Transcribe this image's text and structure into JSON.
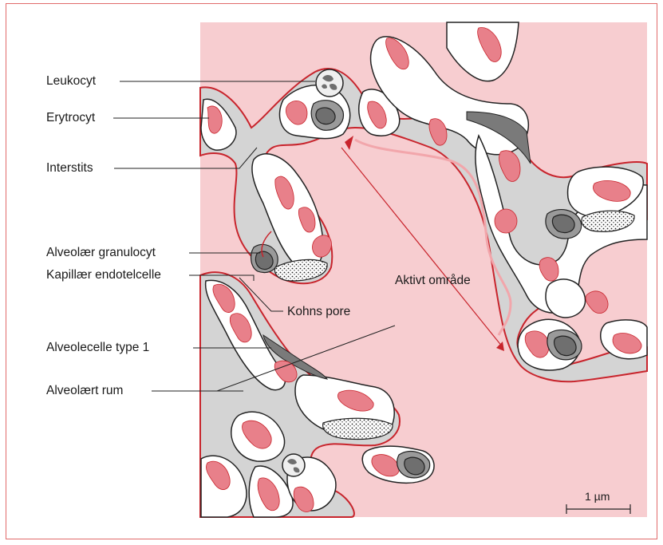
{
  "labels": {
    "leukocyt": "Leukocyt",
    "erytrocyt": "Erytrocyt",
    "interstits": "Interstits",
    "alveolaer_granulocyt": "Alveolær granulocyt",
    "kapillaer_endotelcelle": "Kapillær endotelcelle",
    "kohns_pore": "Kohns pore",
    "alveolecelle_type_1": "Alveolecelle type 1",
    "alveolaert_rum": "Alveolært rum",
    "aktivt_omraade": "Aktivt område"
  },
  "scale_bar": {
    "label": "1 µm"
  },
  "colors": {
    "alveolar_space": "#f7cdd0",
    "capillary": "#ffffff",
    "interstitium": "#d4d4d4",
    "erythrocyte": "#e8808a",
    "membrane": "#c8242c",
    "nucleus": "#6f6f6f",
    "arrow": "#c8242c"
  }
}
